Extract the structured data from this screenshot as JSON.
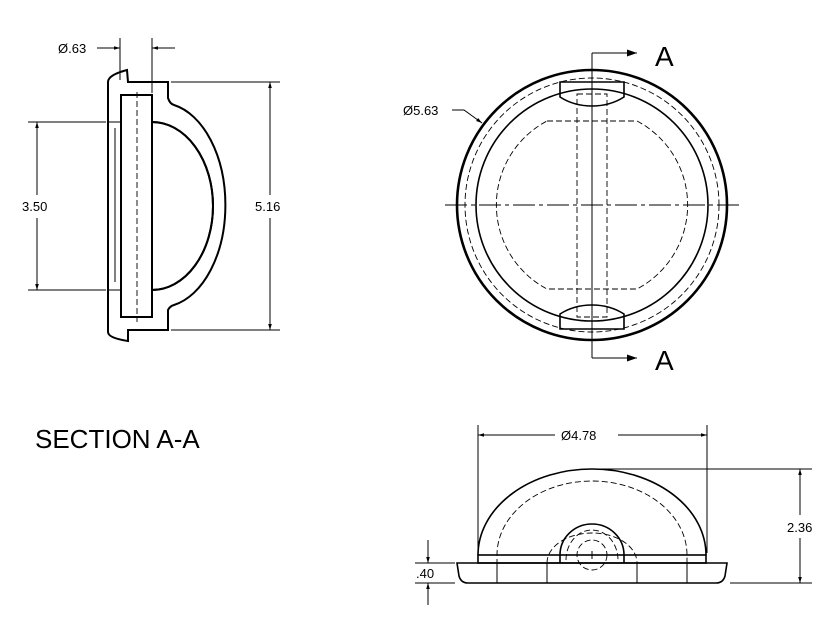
{
  "section_view": {
    "title": "SECTION A-A",
    "dim_bore": "Ø.63",
    "dim_inner_height": "3.50",
    "dim_outer_height": "5.16"
  },
  "top_view": {
    "dim_outer_diameter": "Ø5.63",
    "section_label_top": "A",
    "section_label_bottom": "A"
  },
  "front_view": {
    "dim_dome_diameter": "Ø4.78",
    "dim_total_height": "2.36",
    "dim_base_thickness": ".40"
  }
}
